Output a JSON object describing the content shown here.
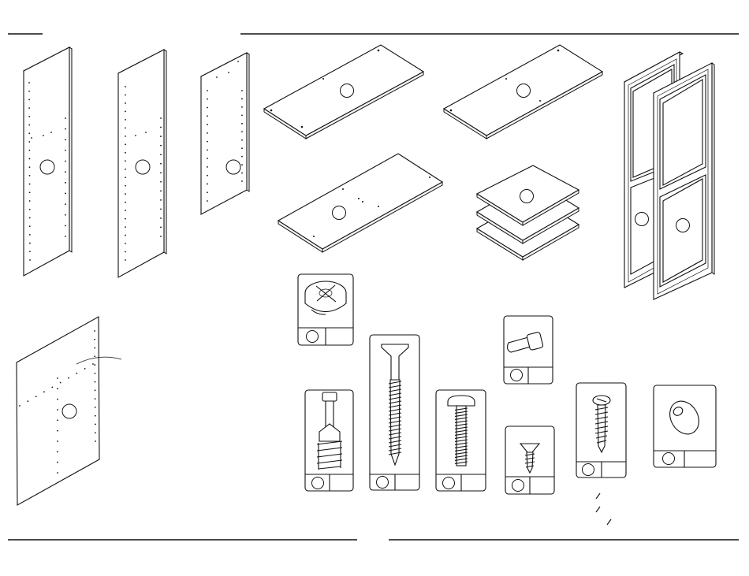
{
  "page": {
    "header_rules": 2,
    "footer_rules": 2
  },
  "panels": [
    {
      "id": "side-panel-1",
      "kind": "tall-panel"
    },
    {
      "id": "side-panel-2",
      "kind": "tall-panel"
    },
    {
      "id": "center-panel",
      "kind": "tall-panel"
    },
    {
      "id": "top-board",
      "kind": "wide-board"
    },
    {
      "id": "bottom-board",
      "kind": "wide-board"
    },
    {
      "id": "fixed-shelf",
      "kind": "wide-board"
    },
    {
      "id": "adjustable-shelves",
      "kind": "shelf-stack",
      "count": 3
    },
    {
      "id": "doors",
      "kind": "framed-door",
      "count": 2
    },
    {
      "id": "back-panel",
      "kind": "back-panel"
    }
  ],
  "hardware": [
    {
      "id": "cam-lock",
      "icon": "cam-lock-icon"
    },
    {
      "id": "cam-bolt",
      "icon": "cam-bolt-icon"
    },
    {
      "id": "long-screw",
      "icon": "long-screw-icon"
    },
    {
      "id": "machine-screw",
      "icon": "machine-screw-icon"
    },
    {
      "id": "shelf-support-pin",
      "icon": "shelf-pin-icon"
    },
    {
      "id": "short-flat-screw",
      "icon": "short-screw-icon"
    },
    {
      "id": "pan-head-screw",
      "icon": "pan-screw-icon"
    },
    {
      "id": "door-knob",
      "icon": "knob-icon"
    }
  ]
}
